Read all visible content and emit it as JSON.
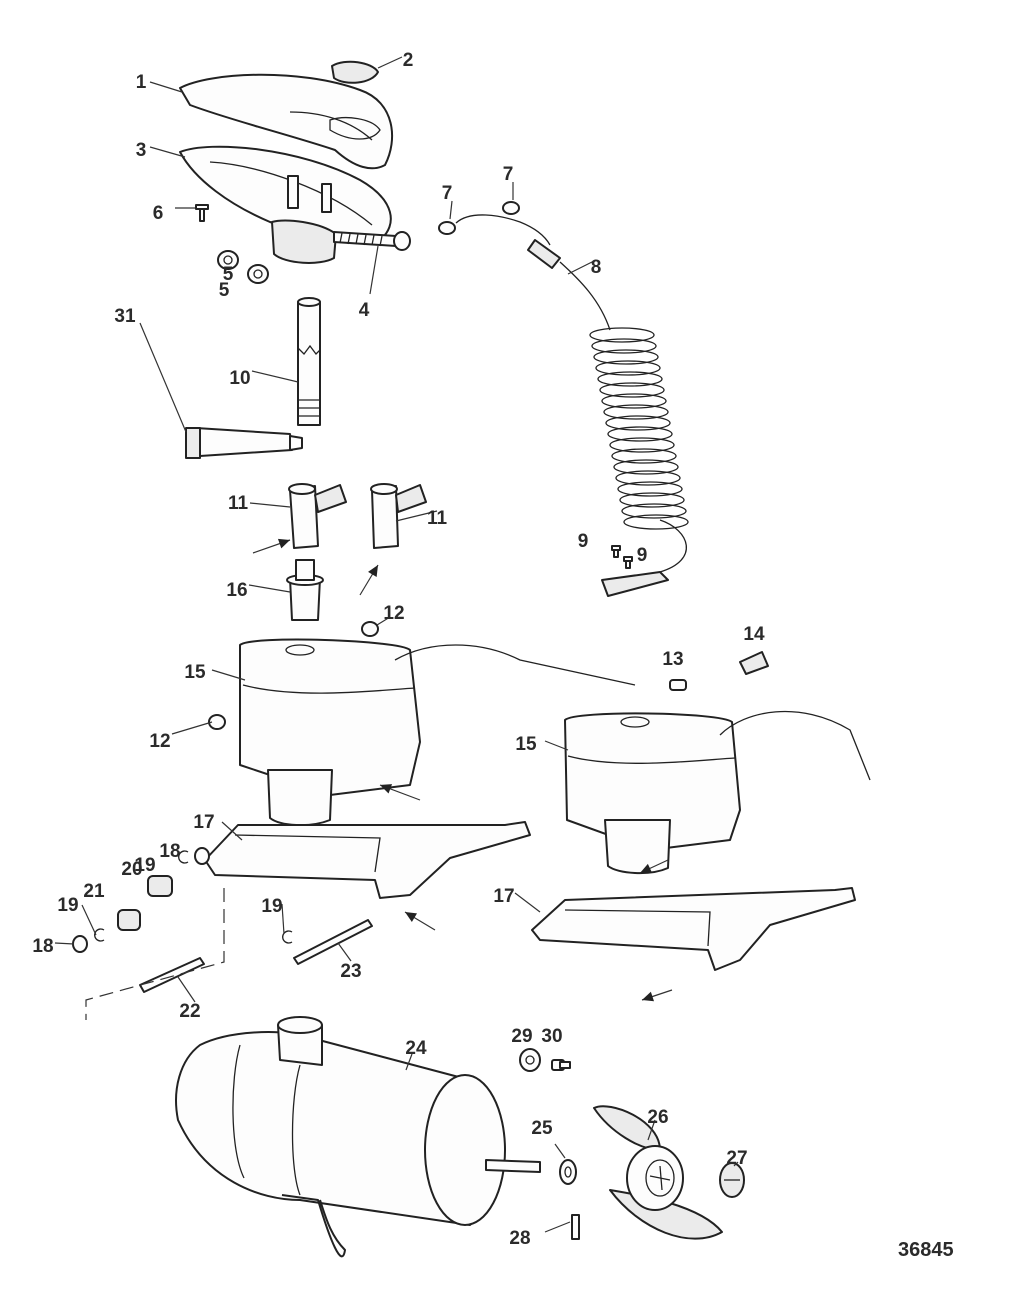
{
  "figure_number": "36845",
  "callouts": [
    "1",
    "2",
    "3",
    "4",
    "5",
    "5",
    "6",
    "7",
    "7",
    "8",
    "9",
    "9",
    "10",
    "11",
    "11",
    "12",
    "12",
    "13",
    "14",
    "15",
    "15",
    "16",
    "17",
    "17",
    "18",
    "18",
    "19",
    "19",
    "19",
    "20",
    "21",
    "22",
    "23",
    "24",
    "25",
    "26",
    "27",
    "28",
    "29",
    "30",
    "31"
  ],
  "parts": [
    "cover",
    "cover-insert",
    "housing",
    "bolt",
    "nut",
    "nut",
    "screw",
    "wire-cap",
    "wire-cap",
    "coil-cord",
    "screw-small",
    "screw-small",
    "column-tube",
    "collar",
    "collar",
    "nut-small",
    "nut-small",
    "sleeve",
    "strain-relief",
    "bracket-assembly",
    "bracket-assembly",
    "adapter",
    "lever-arm",
    "lever-arm",
    "washer",
    "washer",
    "e-clip",
    "e-clip",
    "e-clip",
    "spring",
    "spring",
    "pin",
    "pin",
    "motor",
    "washer",
    "propeller",
    "prop-nut",
    "drive-pin",
    "bushing",
    "screw",
    "grease-tube"
  ]
}
